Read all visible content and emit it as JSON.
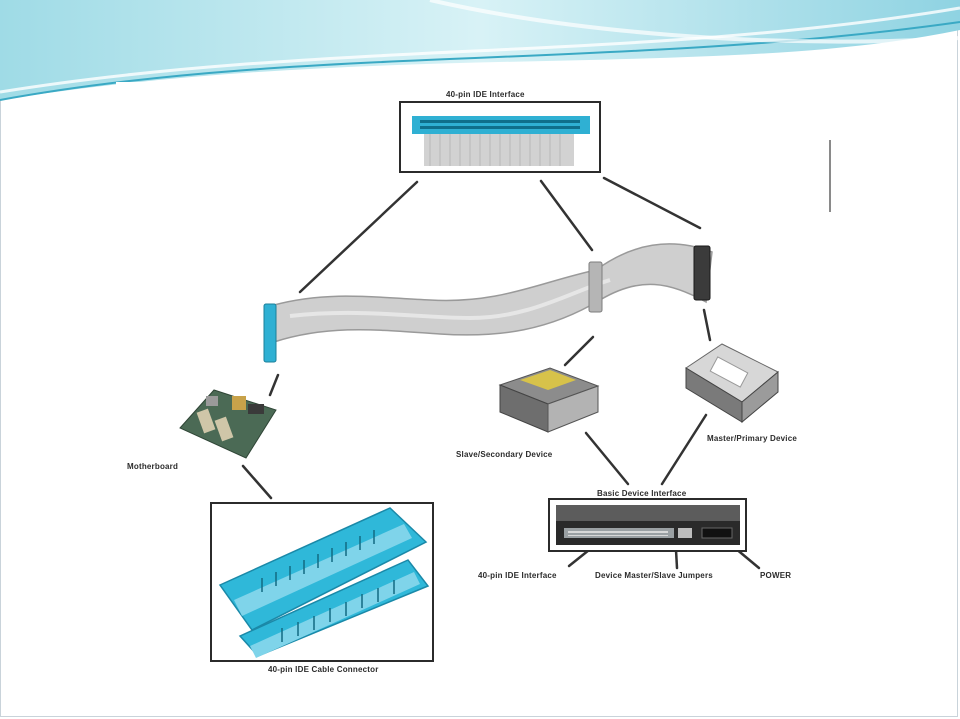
{
  "colors": {
    "header_teal": "#6fc7d9",
    "header_light": "#cfeef4",
    "connector_blue": "#2fb0d3",
    "ribbon_gray": "#c8c8c8",
    "frame_border": "#2b2b2b"
  },
  "labels": {
    "top_interface": "40-pin IDE Interface",
    "motherboard": "Motherboard",
    "slave_device": "Slave/Secondary Device",
    "master_device": "Master/Primary Device",
    "basic_interface": "Basic Device Interface",
    "ide_connector_40pin": "40-pin IDE Interface",
    "jumpers": "Device Master/Slave Jumpers",
    "power": "POWER",
    "ide_cable_connector": "40-pin IDE Cable Connector"
  }
}
